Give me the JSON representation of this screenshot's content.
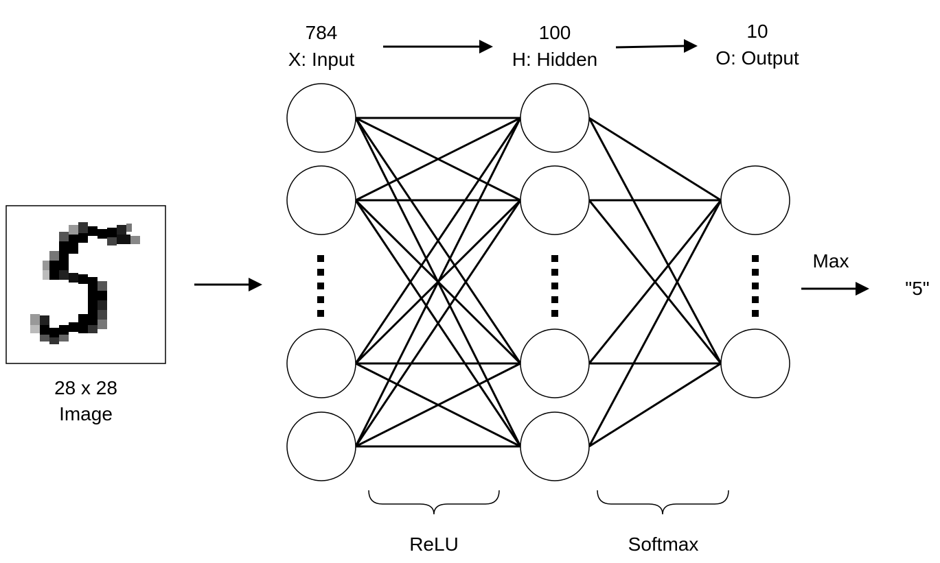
{
  "input_image": {
    "caption_line1": "28 x 28",
    "caption_line2": "Image",
    "digit": "5"
  },
  "layers": {
    "input": {
      "size": "784",
      "label": "X: Input"
    },
    "hidden": {
      "size": "100",
      "label": "H: Hidden"
    },
    "output": {
      "size": "10",
      "label": "O: Output"
    }
  },
  "activations": {
    "first": "ReLU",
    "second": "Softmax"
  },
  "prediction": {
    "operation": "Max",
    "result": "\"5\""
  }
}
